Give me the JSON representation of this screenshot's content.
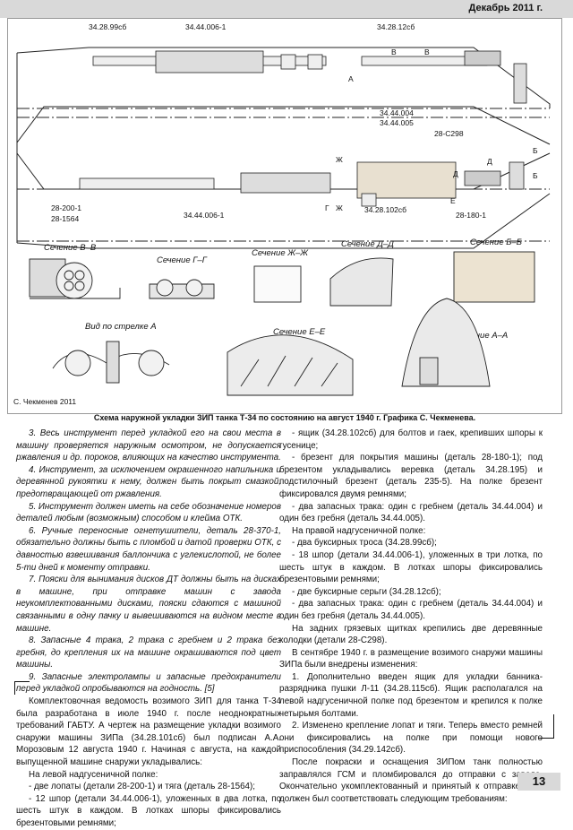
{
  "header": {
    "date": "Декабрь 2011 г."
  },
  "figure": {
    "parts": {
      "p1": "34.28.99сб",
      "p2": "34.44.006-1",
      "p3": "34.28.12сб",
      "p4": "34.44.004",
      "p5": "34.44.005",
      "p6": "28-С298",
      "p7": "28-200-1",
      "p8": "28-1564",
      "p9": "34.44.006-1",
      "p10": "34.28.102сб",
      "p11": "28-180-1"
    },
    "sections": {
      "vv": "Сечение В–В",
      "gg": "Сечение Г–Г",
      "zhzh": "Сечение Ж–Ж",
      "dd": "Сечение Д–Д",
      "bb": "Сечение Б–Б",
      "view_a": "Вид по стрелке А",
      "ee": "Сечение Е–Е",
      "aa": "Сечение А–А"
    },
    "letters": {
      "a": "А",
      "b": "Б",
      "v": "В",
      "g": "Г",
      "d": "Д",
      "e": "Е",
      "zh": "Ж"
    },
    "credit": "С. Чекменев 2011"
  },
  "caption": "Схема наружной укладки ЗИП танка Т-34 по состоянию на август 1940 г. Графика С. Чекменева.",
  "left_column": [
    {
      "style": "it",
      "text": "3. Весь инструмент перед укладкой его на свои места в машину проверяется наружным осмотром, не допускается ржавления и др. пороков, влияющих на качество инструмента."
    },
    {
      "style": "it",
      "text": "4. Инструмент, за исключением окрашенного напильника и деревянной рукоятки к нему, должен быть покрыт смазкой, предотвращающей от ржавления."
    },
    {
      "style": "it",
      "text": "5. Инструмент должен иметь на себе обозначение номеров деталей любым (возможным) способом и клейма ОТК."
    },
    {
      "style": "it",
      "text": "6. Ручные переносные огнетушители, деталь 28-370-1, обязательно должны быть с пломбой и датой проверки ОТК, с давностью взвешивания баллончика с углекислотой, не более 5-ти дней к моменту отправки."
    },
    {
      "style": "it",
      "text": "7. Пояски для вынимания дисков ДТ должны быть на дисках в машине, при отправке машин с завода неукомплектованными дисками, пояски сдаются с машиной связанными в одну пачку и вывешиваются на видном месте в машине."
    },
    {
      "style": "it",
      "text": "8. Запасные 4 трака, 2 трака с гребнем и 2 трака без гребня, до крепления их на машине окрашиваются под цвет машины."
    },
    {
      "style": "it",
      "text": "9. Запасные электролампы и запасные предохранители перед укладкой опробываются на годность. [5]"
    },
    {
      "style": "n",
      "text": "Комплектовочная ведомость возимого ЗИП для танка Т-34 была разработана в июле 1940 г. после неоднократных требований ГАБТУ. А чертеж на размещение укладки возимого снаружи машины ЗИПа (34.28.101сб) был подписан А.А. Морозовым 12 августа 1940 г. Начиная с августа, на каждой выпущенной машине снаружи укладывались:"
    },
    {
      "style": "n",
      "text": "На левой надгусеничной полке:"
    },
    {
      "style": "n",
      "text": "- две лопаты (детали 28-200-1) и тяга (деталь 28-1564);"
    },
    {
      "style": "n",
      "text": "- 12 шпор (детали 34.44.006-1), уложенных в два лотка, по шесть штук в каждом. В лотках шпоры фиксировались брезентовыми ремнями;"
    }
  ],
  "right_column": [
    {
      "style": "n",
      "text": "- ящик (34.28.102сб) для болтов и гаек, крепивших шпоры к гусенице;"
    },
    {
      "style": "n",
      "text": "- брезент для покрытия машины (деталь 28-180-1); под брезентом укладывались веревка (деталь 34.28.195) и подстилочный брезент (деталь 235-5). На полке брезент фиксировался двумя ремнями;"
    },
    {
      "style": "n",
      "text": "- два запасных трака: один с гребнем (деталь 34.44.004) и один без гребня (деталь 34.44.005)."
    },
    {
      "style": "n",
      "text": "На правой надгусеничной полке:"
    },
    {
      "style": "n",
      "text": "- два буксирных троса (34.28.99сб);"
    },
    {
      "style": "n",
      "text": "- 18 шпор (детали 34.44.006-1), уложенных в три лотка, по шесть штук в каждом. В лотках шпоры фиксировались брезентовыми ремнями;"
    },
    {
      "style": "n",
      "text": "- две буксирные серьги (34.28.12сб);"
    },
    {
      "style": "n",
      "text": "- два запасных трака: один с гребнем (деталь 34.44.004) и один без гребня (деталь 34.44.005)."
    },
    {
      "style": "n",
      "text": "На задних грязевых щитках крепились две деревянные колодки (детали 28-С298)."
    },
    {
      "style": "n",
      "text": "В сентябре 1940 г. в размещение возимого снаружи машины ЗИПа были внедрены изменения:"
    },
    {
      "style": "n",
      "text": "1. Дополнительно введен ящик для укладки банника-разрядника пушки Л-11 (34.28.115сб). Ящик располагался на левой надгусеничной полке под брезентом и крепился к полке четырьмя болтами."
    },
    {
      "style": "n",
      "text": "2. Изменено крепление лопат и тяги. Теперь вместо ремней они фиксировались на полке при помощи нового приспособления (34.29.142сб)."
    },
    {
      "style": "n",
      "text": "После покраски и оснащения ЗИПом танк полностью заправлялся ГСМ и пломбировался до отправки с завода. Окончательно укомплектованный и принятый к отправке Т-34 должен был соответствовать следующим требованиям:"
    }
  ],
  "page_number": "13"
}
